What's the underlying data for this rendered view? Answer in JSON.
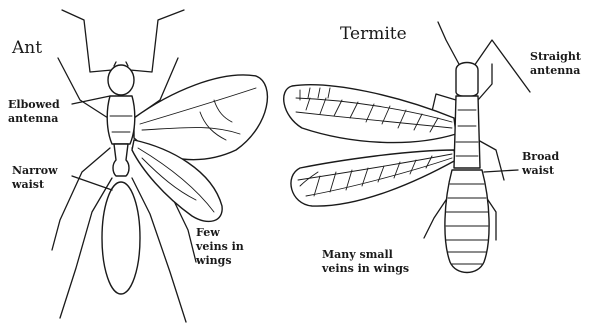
{
  "ant": {
    "title": "Ant",
    "labels": {
      "elbowed_antenna": [
        "Elbowed",
        "antenna"
      ],
      "narrow_waist": [
        "Narrow",
        "waist"
      ],
      "few_veins": [
        "Few",
        "veins in",
        "wings"
      ]
    }
  },
  "termite": {
    "title": "Termite",
    "labels": {
      "straight_antenna": [
        "Straight",
        "antenna"
      ],
      "broad_waist": [
        "Broad",
        "waist"
      ],
      "many_veins": [
        "Many small",
        "veins in wings"
      ]
    }
  },
  "colors": {
    "ink": "#1a1a1a",
    "background": "#ffffff"
  }
}
